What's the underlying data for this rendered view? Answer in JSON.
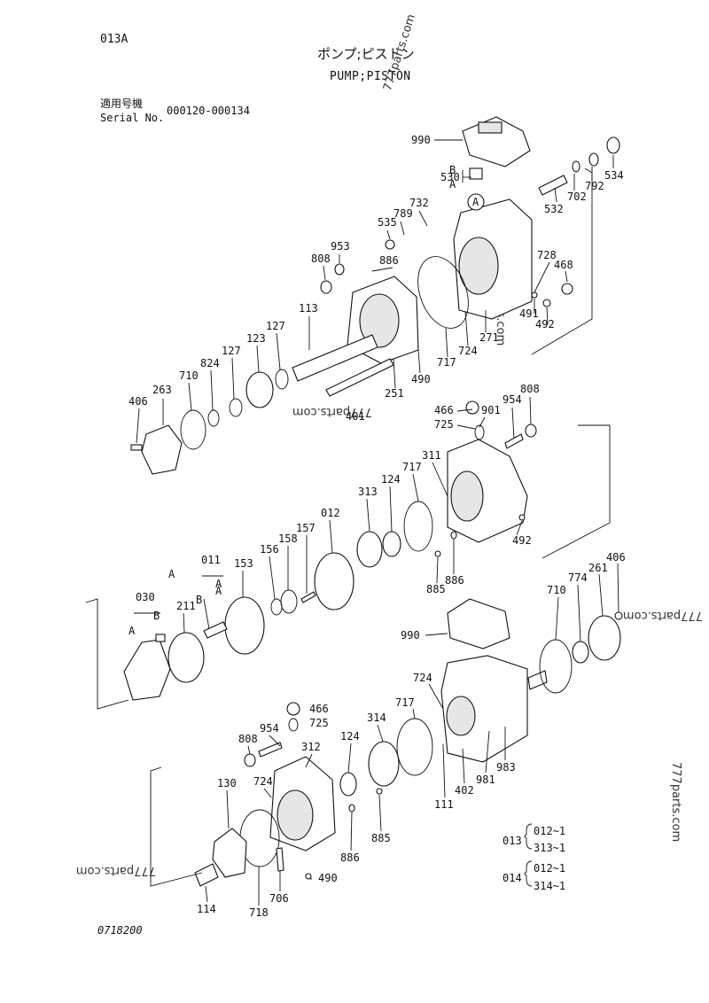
{
  "header": {
    "page_code": "013A",
    "title_jp": "ポンプ;ピストン",
    "title_en": "PUMP;PISTON",
    "serial_label_jp": "適用号機",
    "serial_label_en": "Serial No.",
    "serial_range": "000120-000134"
  },
  "footer": {
    "drawing_no": "0718200"
  },
  "watermarks": [
    "777parts.com",
    "777parts.com",
    "777parts.com",
    "777parts.com",
    "777parts.com",
    "777parts.com"
  ],
  "part_labels": [
    "990",
    "530",
    "B",
    "A",
    "534",
    "792",
    "702",
    "532",
    "732",
    "789",
    "535",
    "A",
    "953",
    "808",
    "886",
    "728",
    "468",
    "491",
    "492",
    "113",
    "127",
    "123",
    "127",
    "824",
    "710",
    "406",
    "263",
    "271",
    "724",
    "717",
    "490",
    "251",
    "401",
    "466",
    "725",
    "901",
    "954",
    "808",
    "311",
    "717",
    "124",
    "313",
    "012",
    "157",
    "158",
    "156",
    "153",
    "011",
    "A",
    "B",
    "A",
    "A",
    "030",
    "B",
    "A",
    "211",
    "492",
    "886",
    "885",
    "406",
    "261",
    "774",
    "710",
    "990",
    "724",
    "717",
    "314",
    "124",
    "312",
    "466",
    "725",
    "954",
    "808",
    "724",
    "130",
    "114",
    "718",
    "706",
    "490",
    "886",
    "885",
    "111",
    "402",
    "981",
    "983"
  ],
  "legend": [
    {
      "code": "013",
      "items": [
        "012~1",
        "313~1"
      ]
    },
    {
      "code": "014",
      "items": [
        "012~1",
        "314~1"
      ]
    }
  ]
}
